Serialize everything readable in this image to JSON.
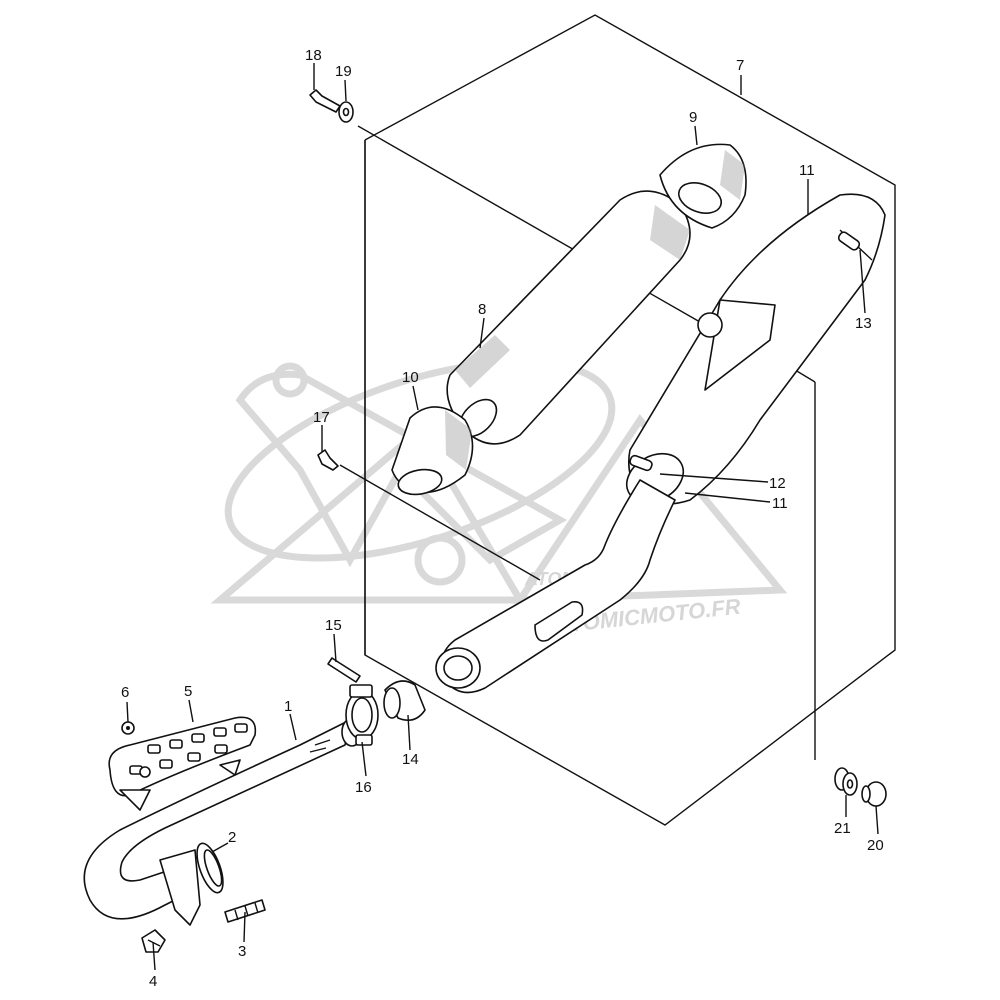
{
  "diagram": {
    "watermark": {
      "brand": "ATOMIC",
      "sub": "moto",
      "url": "WWW.ATOMICMOTO.FR"
    },
    "callouts": [
      "1",
      "2",
      "3",
      "4",
      "5",
      "6",
      "7",
      "8",
      "9",
      "10",
      "11",
      "11",
      "12",
      "13",
      "14",
      "15",
      "16",
      "17",
      "18",
      "19",
      "20",
      "21"
    ]
  }
}
